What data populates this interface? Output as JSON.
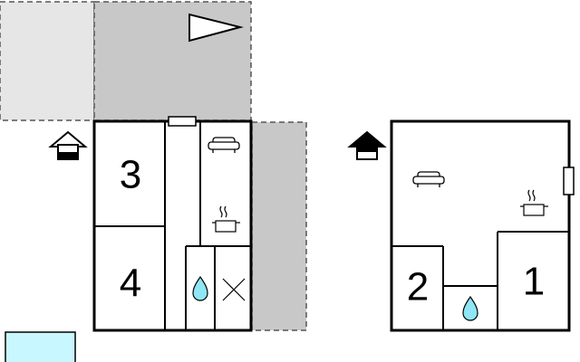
{
  "floors": [
    {
      "id": "ground-floor",
      "rooms": [
        {
          "number": "3",
          "type": "bedroom"
        },
        {
          "number": "4",
          "type": "bedroom"
        }
      ],
      "icons": [
        "house-entrance-icon",
        "sofa-icon",
        "cooking-pot-icon",
        "water-drop-icon",
        "x-mark-icon"
      ],
      "outdoor_areas": [
        "terrace",
        "garden",
        "side-terrace",
        "pool"
      ]
    },
    {
      "id": "upper-floor",
      "rooms": [
        {
          "number": "2",
          "type": "bedroom"
        },
        {
          "number": "1",
          "type": "bedroom"
        }
      ],
      "icons": [
        "house-entrance-icon",
        "sofa-icon",
        "cooking-pot-icon",
        "water-drop-icon"
      ]
    }
  ],
  "colors": {
    "wall": "#000000",
    "terrace": "#c8c8c8",
    "garden": "#e6e6e6",
    "pool": "#c9f7ff",
    "water": "#8fe6f5"
  },
  "compass_icon": "north-arrow-icon"
}
